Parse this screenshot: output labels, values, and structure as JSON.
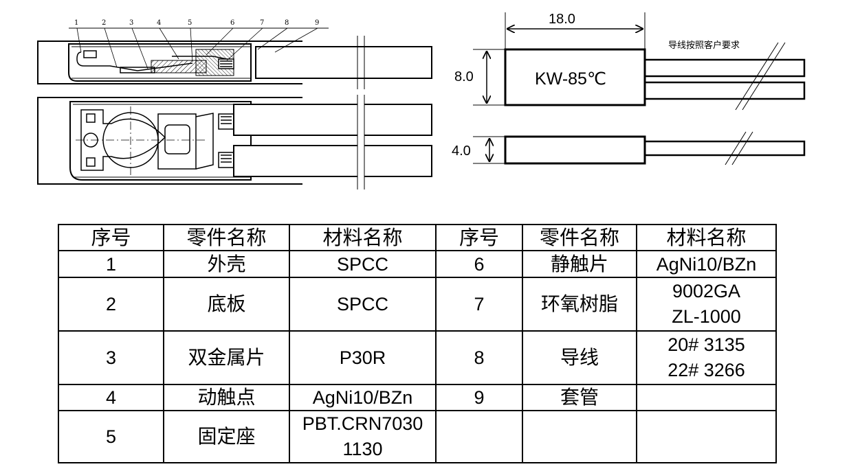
{
  "drawing": {
    "callouts": [
      "1",
      "2",
      "3",
      "4",
      "5",
      "6",
      "7",
      "8",
      "9"
    ],
    "dim_length": "18.0",
    "dim_height": "8.0",
    "dim_thickness": "4.0",
    "label": "KW-85℃",
    "wire_note": "导线按照客户要求"
  },
  "table": {
    "headers": [
      "序号",
      "零件名称",
      "材料名称",
      "序号",
      "零件名称",
      "材料名称"
    ],
    "rows": [
      {
        "no_a": "1",
        "part_a": "外壳",
        "mat_a": [
          "SPCC"
        ],
        "no_b": "6",
        "part_b": "静触片",
        "mat_b": [
          "AgNi10/BZn"
        ]
      },
      {
        "no_a": "2",
        "part_a": "底板",
        "mat_a": [
          "SPCC"
        ],
        "no_b": "7",
        "part_b": "环氧树脂",
        "mat_b": [
          "9002GA",
          "ZL-1000"
        ]
      },
      {
        "no_a": "3",
        "part_a": "双金属片",
        "mat_a": [
          "P30R"
        ],
        "no_b": "8",
        "part_b": "导线",
        "mat_b": [
          "20# 3135",
          "22# 3266"
        ]
      },
      {
        "no_a": "4",
        "part_a": "动触点",
        "mat_a": [
          "AgNi10/BZn"
        ],
        "no_b": "9",
        "part_b": "套管",
        "mat_b": [
          ""
        ]
      },
      {
        "no_a": "5",
        "part_a": "固定座",
        "mat_a": [
          "PBT.CRN7030",
          "1130"
        ],
        "no_b": "",
        "part_b": "",
        "mat_b": [
          ""
        ]
      }
    ]
  }
}
